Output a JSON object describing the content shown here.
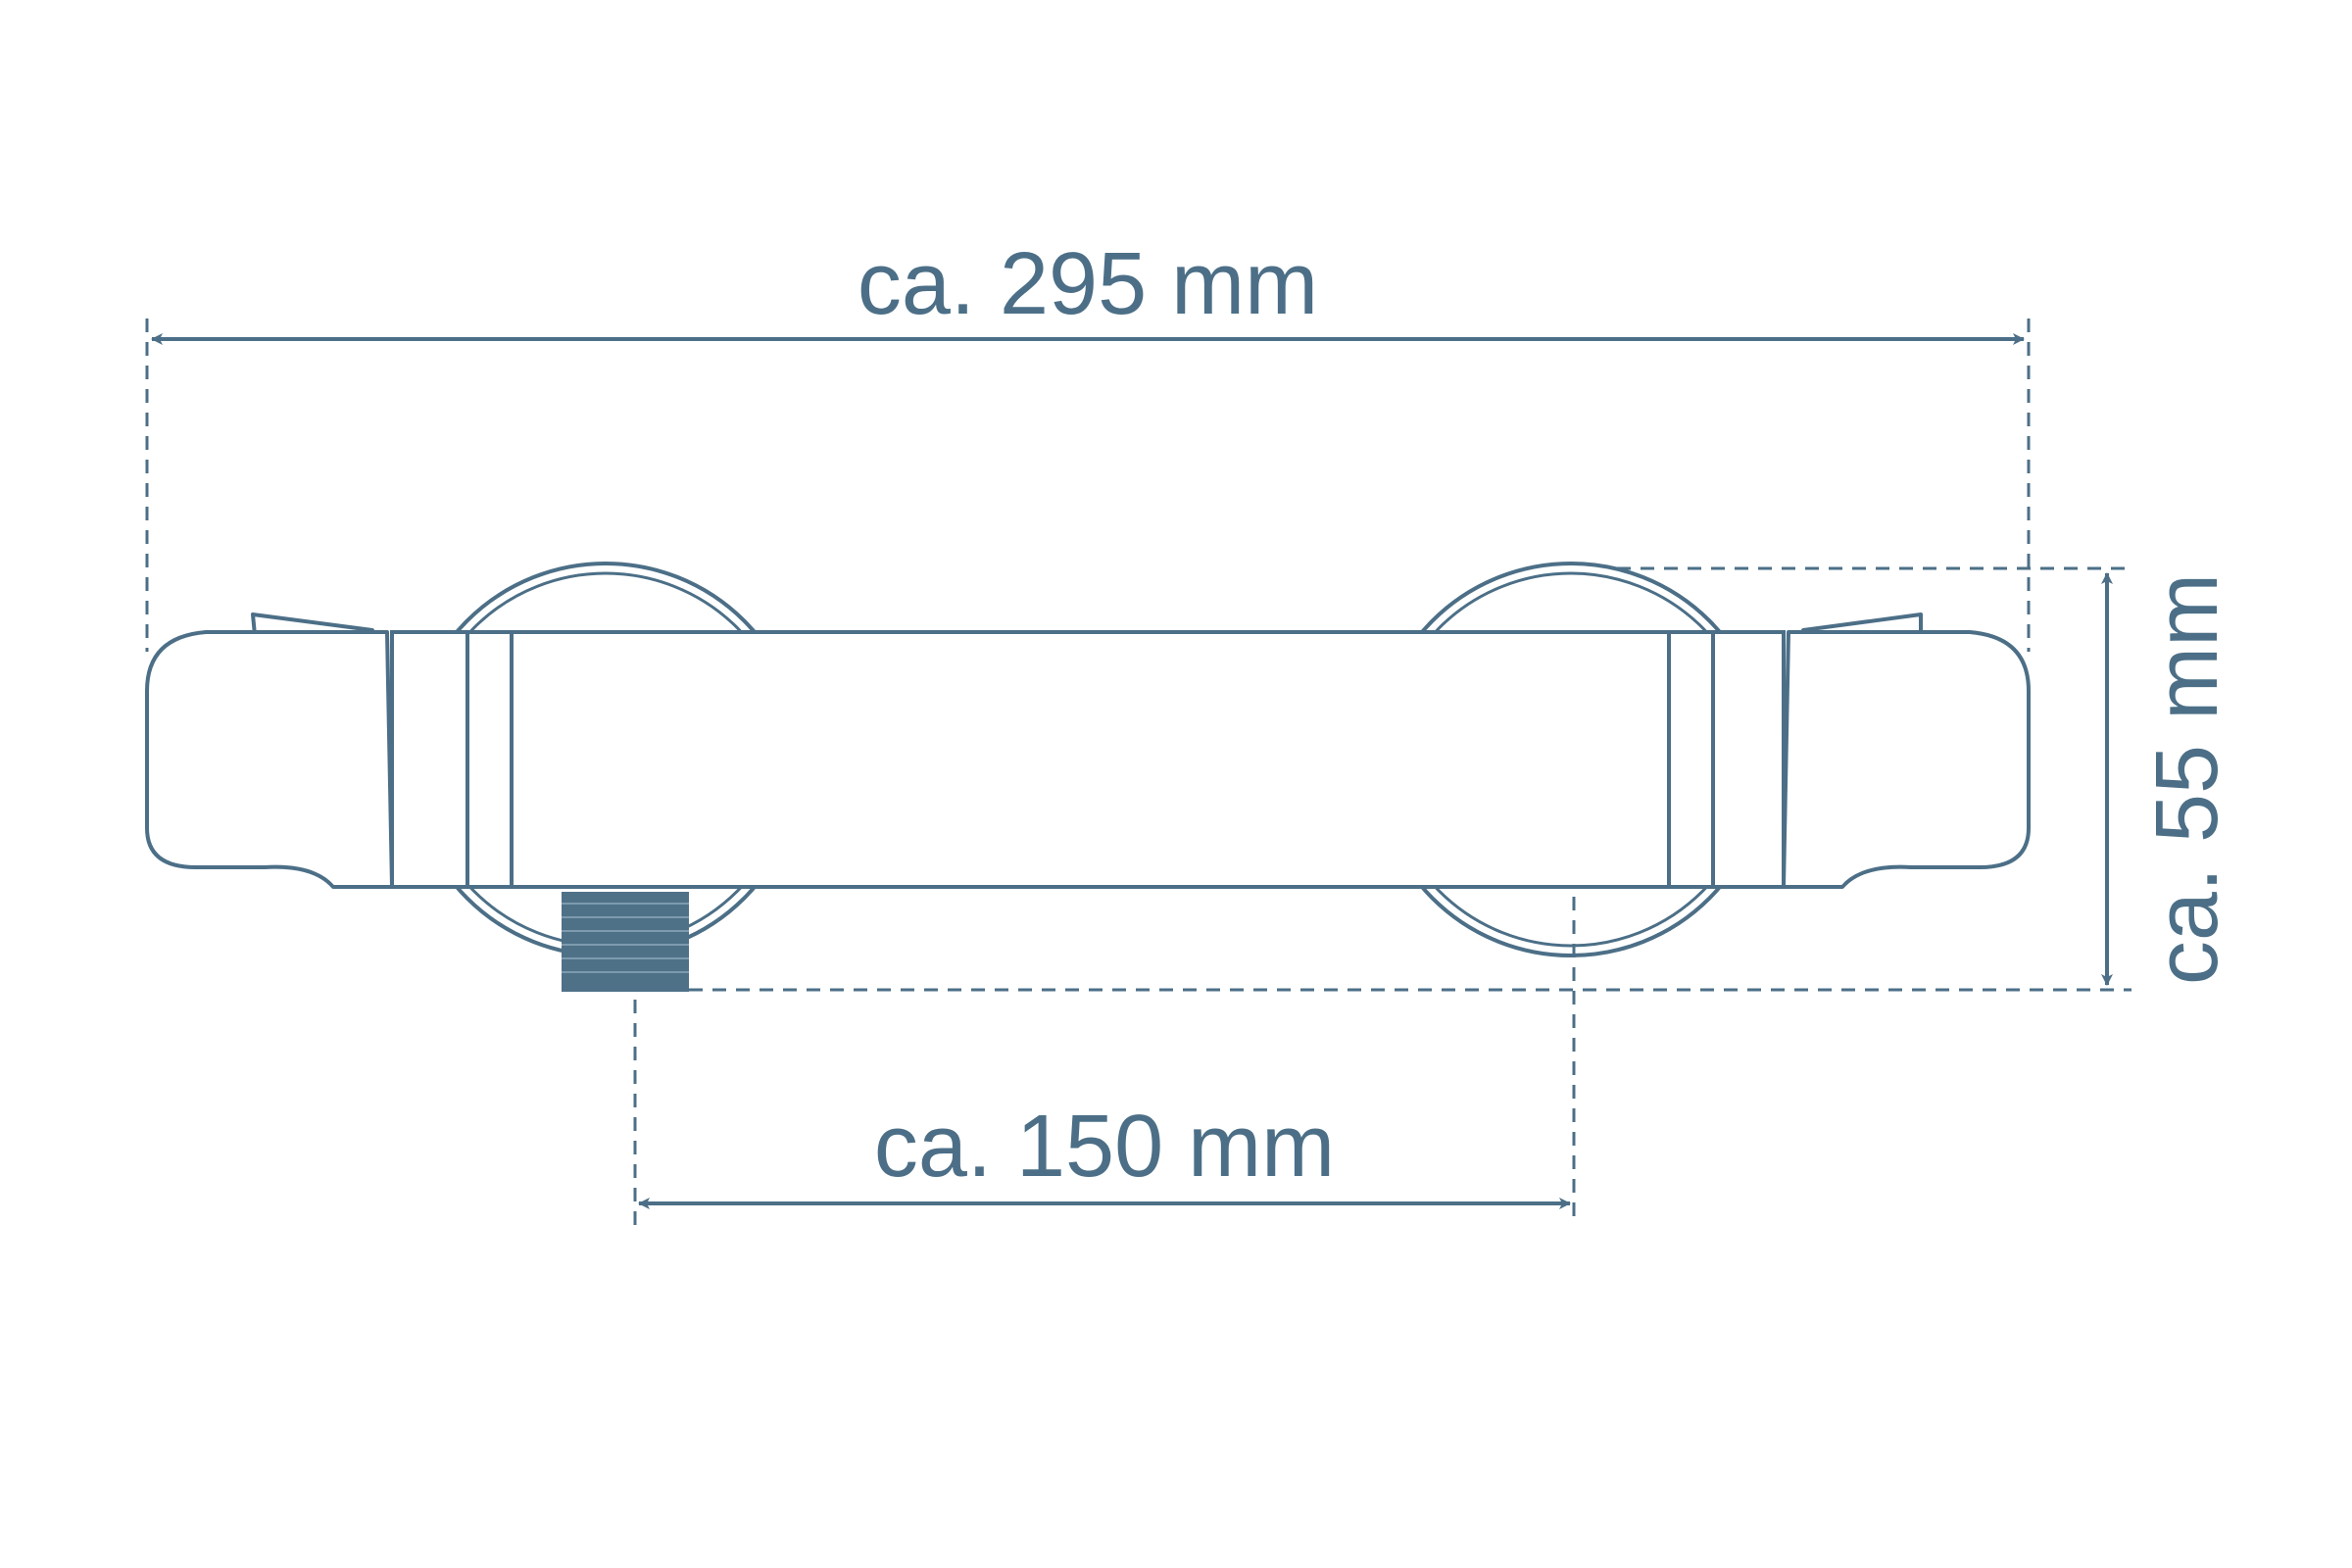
{
  "colors": {
    "line": "#4c6f87",
    "thread_fill": "#4f7188",
    "background": "#ffffff"
  },
  "dimensions": {
    "total_width": "ca. 295 mm",
    "connection_spacing": "ca. 150 mm",
    "depth": "ca. 55 mm"
  }
}
